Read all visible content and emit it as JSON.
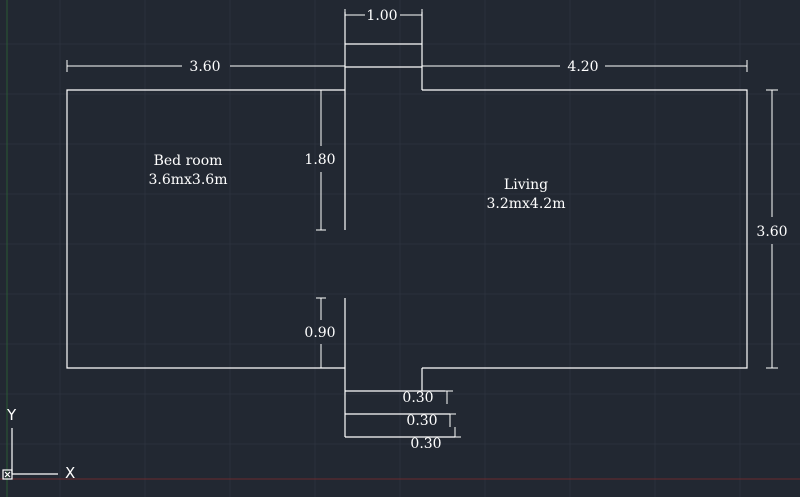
{
  "rooms": {
    "bedroom": {
      "name": "Bed room",
      "size": "3.6mx3.6m"
    },
    "living": {
      "name": "Living",
      "size": "3.2mx4.2m"
    }
  },
  "dimensions": {
    "bedroom_width": "3.60",
    "passage_width": "1.00",
    "living_width": "4.20",
    "overall_height": "3.60",
    "upper_wall": "1.80",
    "lower_wall": "0.90",
    "step_1": "0.30",
    "step_2": "0.30",
    "step_3": "0.30"
  },
  "ucs": {
    "x_axis": "X",
    "y_axis": "Y"
  },
  "colors": {
    "background": "#222832",
    "lines": "#ffffff",
    "grid": "#2b313c",
    "axis_red": "#6b2a2e",
    "axis_green": "#2a5a34"
  }
}
